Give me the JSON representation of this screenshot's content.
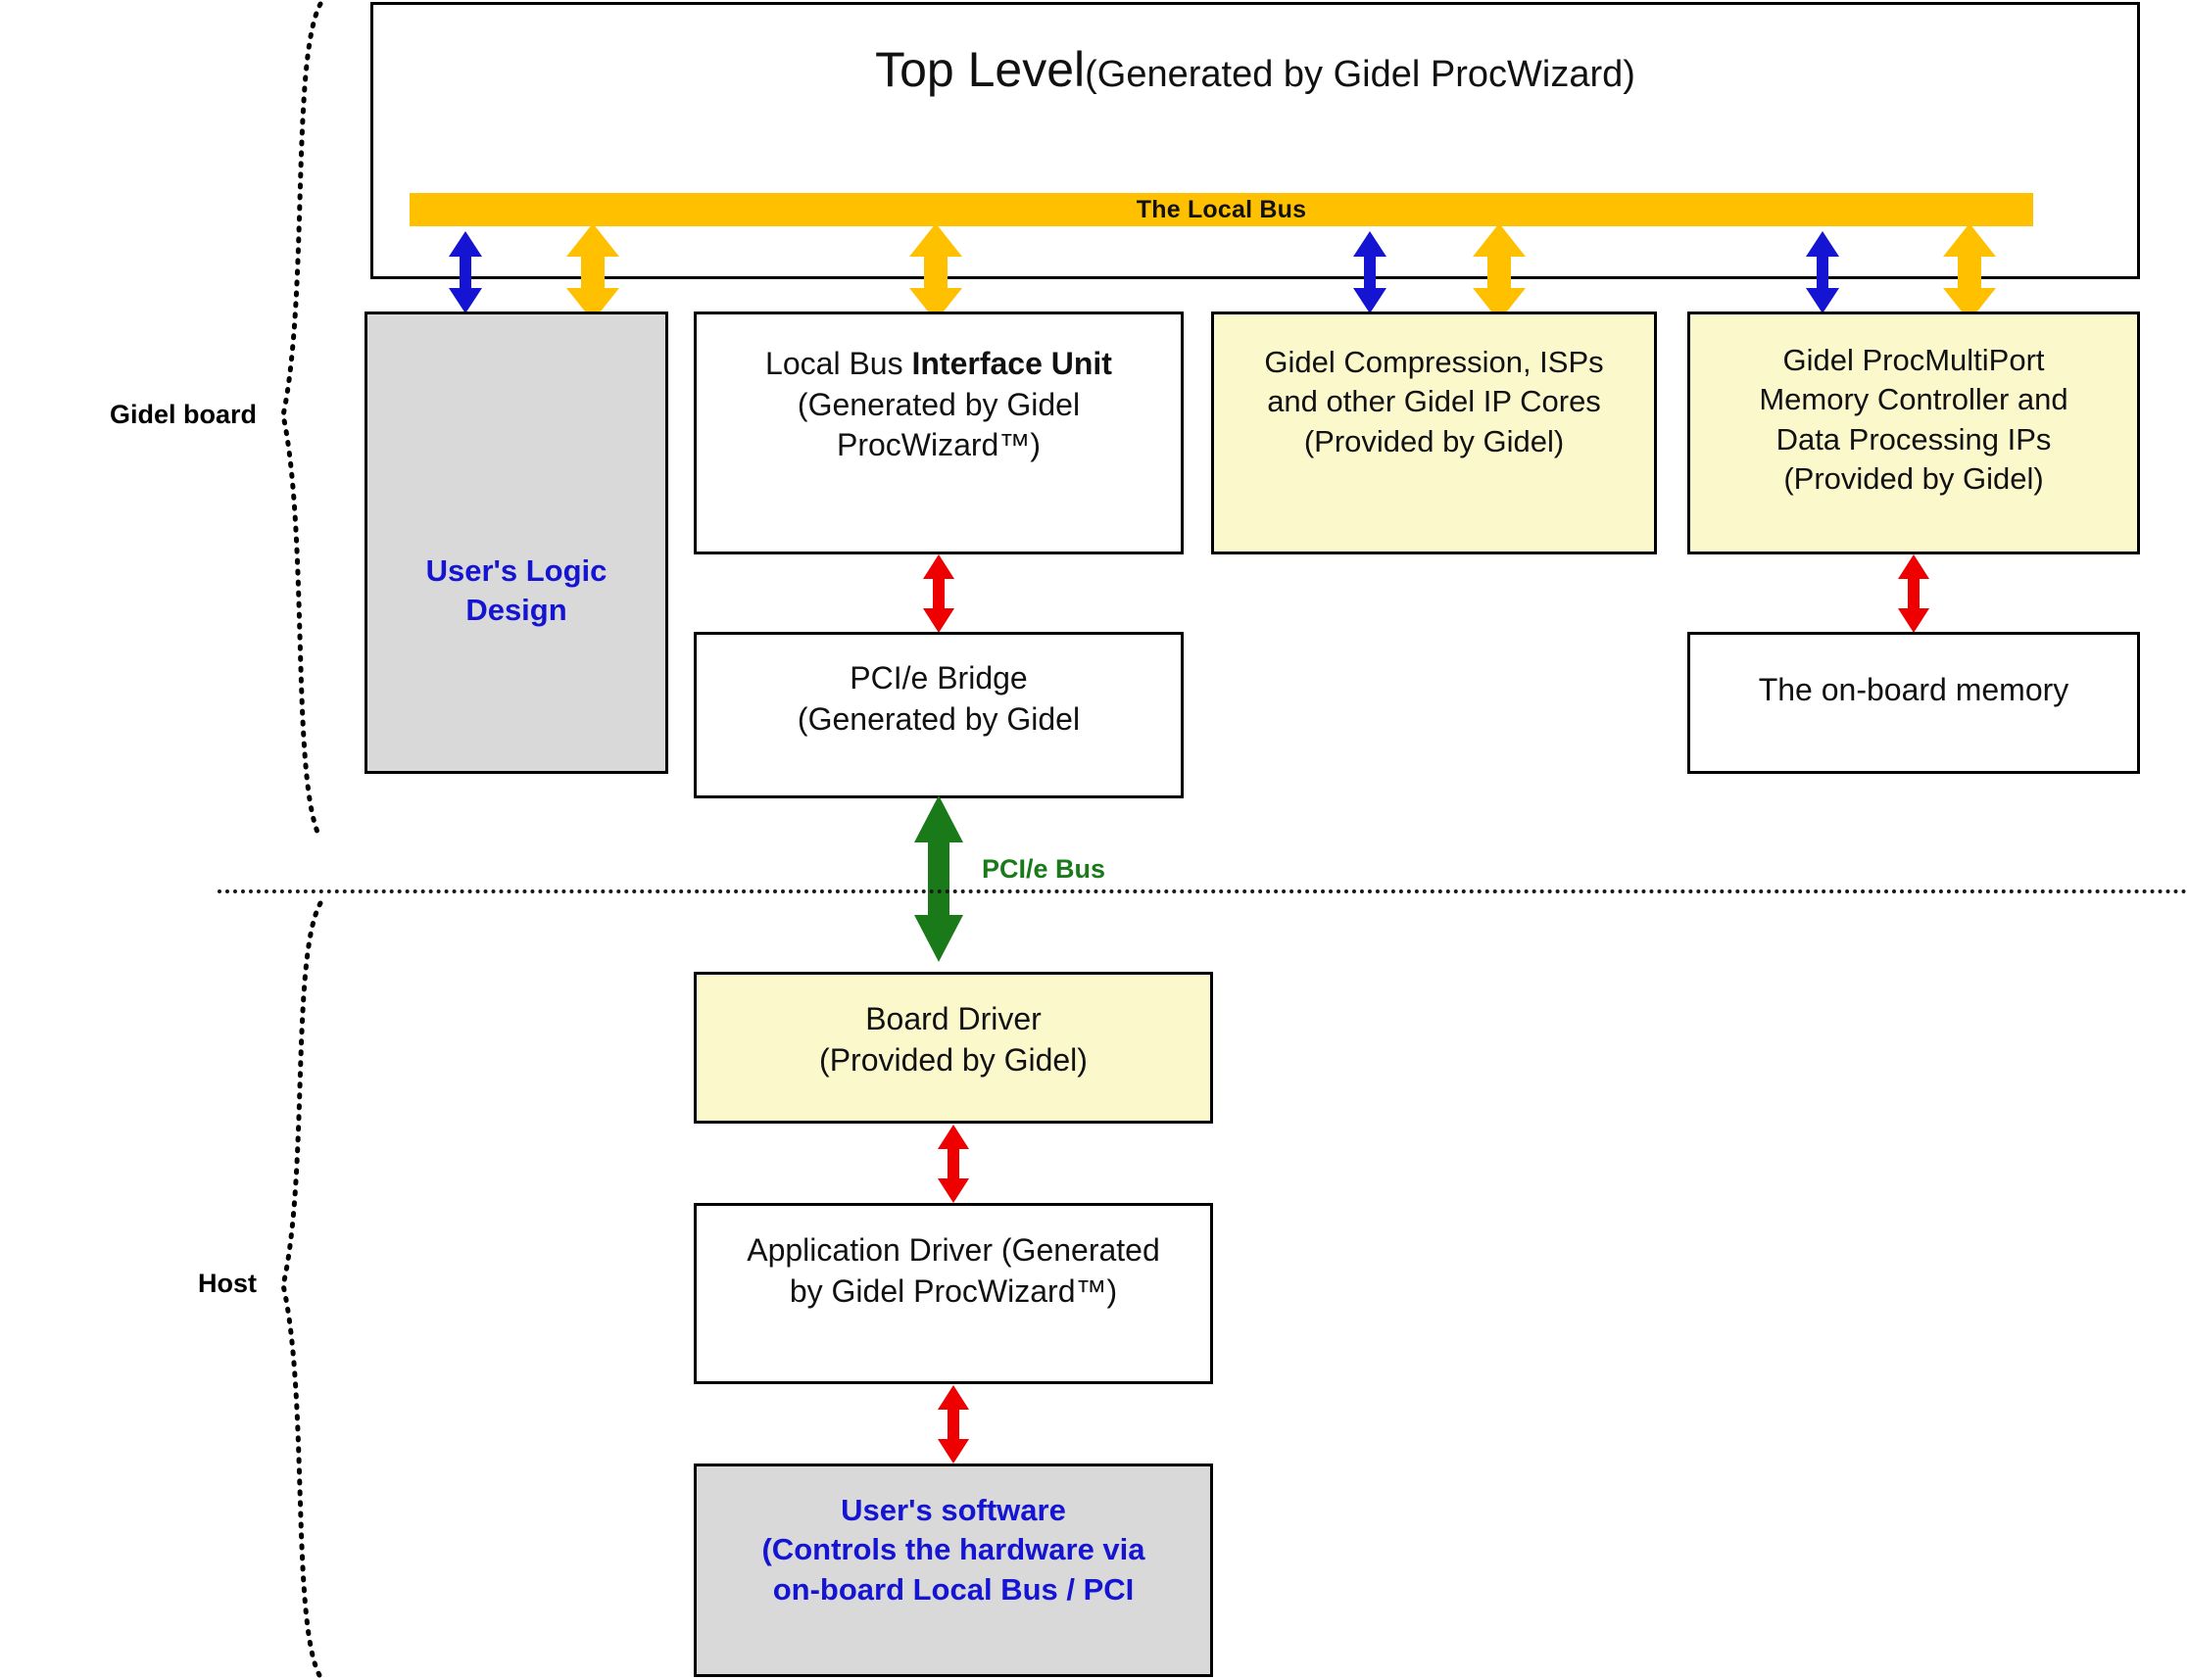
{
  "diagram": {
    "title": "Gidel board / Host architecture block diagram",
    "sections": [
      {
        "id": "gidel-board",
        "label": "Gidel board"
      },
      {
        "id": "host",
        "label": "Host"
      }
    ],
    "top_level": {
      "title_main": "Top Level",
      "title_sub": "(Generated by Gidel ProcWizard)",
      "bus_label": "The Local Bus"
    },
    "boxes": [
      {
        "id": "users-logic-design",
        "lines": [
          "User's Logic",
          "Design"
        ],
        "fill": "#d9d9d9",
        "text_color": "#1414d2",
        "bold": true
      },
      {
        "id": "local-bus-interface-unit",
        "lines": [
          "Local Bus Interface Unit",
          "(Generated by Gidel",
          "ProcWizard™)"
        ],
        "fill": "#ffffff",
        "text_color": "#111111",
        "bold": false
      },
      {
        "id": "gidel-ip-cores",
        "lines": [
          "Gidel Compression, ISPs",
          "and other Gidel IP Cores",
          "(Provided by Gidel)"
        ],
        "fill": "#fbf8cc",
        "text_color": "#111111",
        "bold": false
      },
      {
        "id": "gidel-procmultiport",
        "lines": [
          "Gidel ProcMultiPort",
          "Memory Controller and",
          "Data Processing IPs",
          "(Provided by Gidel)"
        ],
        "fill": "#fbf8cc",
        "text_color": "#111111",
        "bold": false
      },
      {
        "id": "pcie-bridge",
        "lines": [
          "PCI/e Bridge",
          "(Generated by Gidel"
        ],
        "fill": "#ffffff",
        "text_color": "#111111",
        "bold": false
      },
      {
        "id": "on-board-memory",
        "lines": [
          "The on-board memory"
        ],
        "fill": "#ffffff",
        "text_color": "#111111",
        "bold": false
      },
      {
        "id": "board-driver",
        "lines": [
          "Board Driver",
          "(Provided by Gidel)"
        ],
        "fill": "#fbf8cc",
        "text_color": "#111111",
        "bold": false
      },
      {
        "id": "application-driver",
        "lines": [
          "Application Driver (Generated",
          "by Gidel ProcWizard™)"
        ],
        "fill": "#ffffff",
        "text_color": "#111111",
        "bold": false
      },
      {
        "id": "users-software",
        "lines": [
          "User's software",
          "(Controls the hardware via",
          "on-board Local Bus / PCI"
        ],
        "fill": "#d9d9d9",
        "text_color": "#1414d2",
        "bold": true
      }
    ],
    "connectors": {
      "pcie_bus_label": "PCI/e Bus"
    },
    "colors": {
      "bus_yellow": "#FFC000",
      "arrow_yellow": "#FFC000",
      "arrow_blue": "#1414d2",
      "arrow_red": "#EE0000",
      "arrow_green": "#1a7a1a",
      "cream": "#fbf8cc",
      "grey": "#d9d9d9",
      "outline": "#000000"
    },
    "box_text": {
      "users_logic_1": "User's Logic",
      "users_logic_2": "Design",
      "lbiu_1": "Local Bus ",
      "lbiu_1b": "Interface Unit",
      "lbiu_2": "(Generated by Gidel",
      "lbiu_3": "ProcWizard™)",
      "ip_1": "Gidel Compression, ISPs",
      "ip_2": "and other Gidel IP Cores",
      "ip_3": "(Provided by Gidel)",
      "mp_1": "Gidel ProcMultiPort",
      "mp_2": "Memory Controller and",
      "mp_3": "Data Processing IPs",
      "mp_4": "(Provided by Gidel)",
      "bridge_1": "PCI/e Bridge",
      "bridge_2": "(Generated by Gidel",
      "mem_1": "The on-board memory",
      "bd_1": "Board Driver",
      "bd_2": "(Provided by Gidel)",
      "ad_1": "Application Driver (Generated",
      "ad_2": "by Gidel ProcWizard™)",
      "sw_1": "User's software",
      "sw_2": "(Controls the hardware via",
      "sw_3": "on-board Local Bus / PCI"
    }
  }
}
